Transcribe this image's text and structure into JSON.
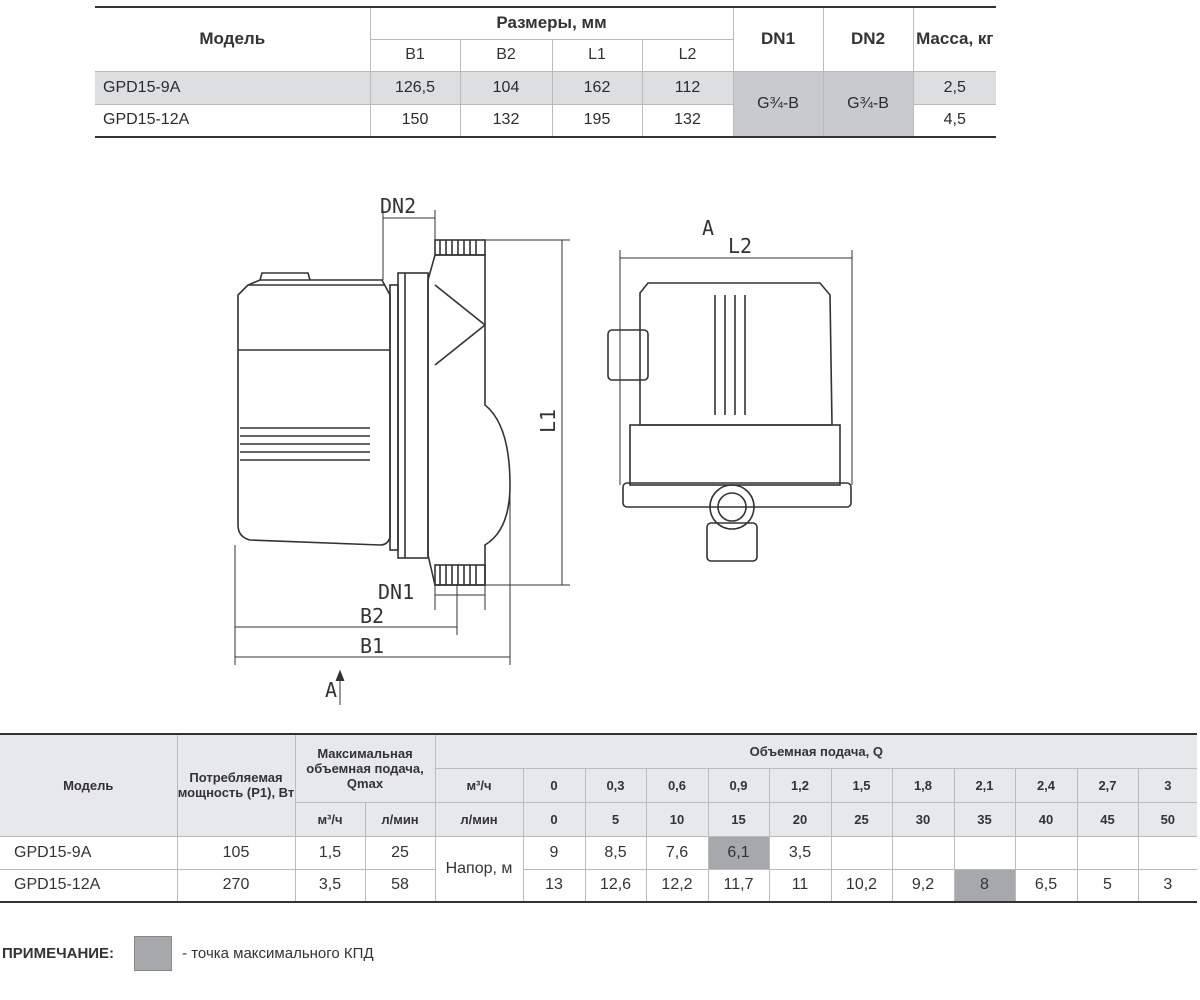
{
  "dims_table": {
    "headers": {
      "model": "Модель",
      "sizes_group": "Размеры, мм",
      "b1": "B1",
      "b2": "B2",
      "l1": "L1",
      "l2": "L2",
      "dn1": "DN1",
      "dn2": "DN2",
      "mass": "Масса, кг"
    },
    "rows": [
      {
        "model": "GPD15-9A",
        "b1": "126,5",
        "b2": "104",
        "l1": "162",
        "l2": "112",
        "mass": "2,5"
      },
      {
        "model": "GPD15-12A",
        "b1": "150",
        "b2": "132",
        "l1": "195",
        "l2": "132",
        "mass": "4,5"
      }
    ],
    "dn1_shared": "G¾-B",
    "dn2_shared": "G¾-B"
  },
  "drawing_labels": {
    "dn2": "DN2",
    "dn1": "DN1",
    "b2": "B2",
    "b1": "B1",
    "l1": "L1",
    "l2": "L2",
    "view_a_top": "A",
    "view_a_arrow": "A"
  },
  "perf_table": {
    "headers": {
      "model": "Модель",
      "power": "Потребляемая мощность (P1), Вт",
      "qmax": "Максимальная объемная подача, Qmax",
      "qmax_m3h": "м³/ч",
      "qmax_lmin": "л/мин",
      "flow_group": "Объемная подача, Q",
      "unit_m3h": "м³/ч",
      "unit_lmin": "л/мин"
    },
    "flow_m3h": [
      "0",
      "0,3",
      "0,6",
      "0,9",
      "1,2",
      "1,5",
      "1,8",
      "2,1",
      "2,4",
      "2,7",
      "3"
    ],
    "flow_lmin": [
      "0",
      "5",
      "10",
      "15",
      "20",
      "25",
      "30",
      "35",
      "40",
      "45",
      "50"
    ],
    "head_label": "Напор, м",
    "rows": [
      {
        "model": "GPD15-9A",
        "power": "105",
        "qmax_m3h": "1,5",
        "qmax_lmin": "25",
        "heads": [
          "9",
          "8,5",
          "7,6",
          "6,1",
          "3,5",
          "",
          "",
          "",
          "",
          "",
          ""
        ]
      },
      {
        "model": "GPD15-12A",
        "power": "270",
        "qmax_m3h": "3,5",
        "qmax_lmin": "58",
        "heads": [
          "13",
          "12,6",
          "12,2",
          "11,7",
          "11",
          "10,2",
          "9,2",
          "8",
          "6,5",
          "5",
          "3"
        ]
      }
    ]
  },
  "note": {
    "label": "ПРИМЕЧАНИЕ:",
    "text": "- точка максимального КПД"
  },
  "colors": {
    "highlight": "#a6a8ab",
    "row_shade": "#dcdee0",
    "line": "#333333"
  }
}
